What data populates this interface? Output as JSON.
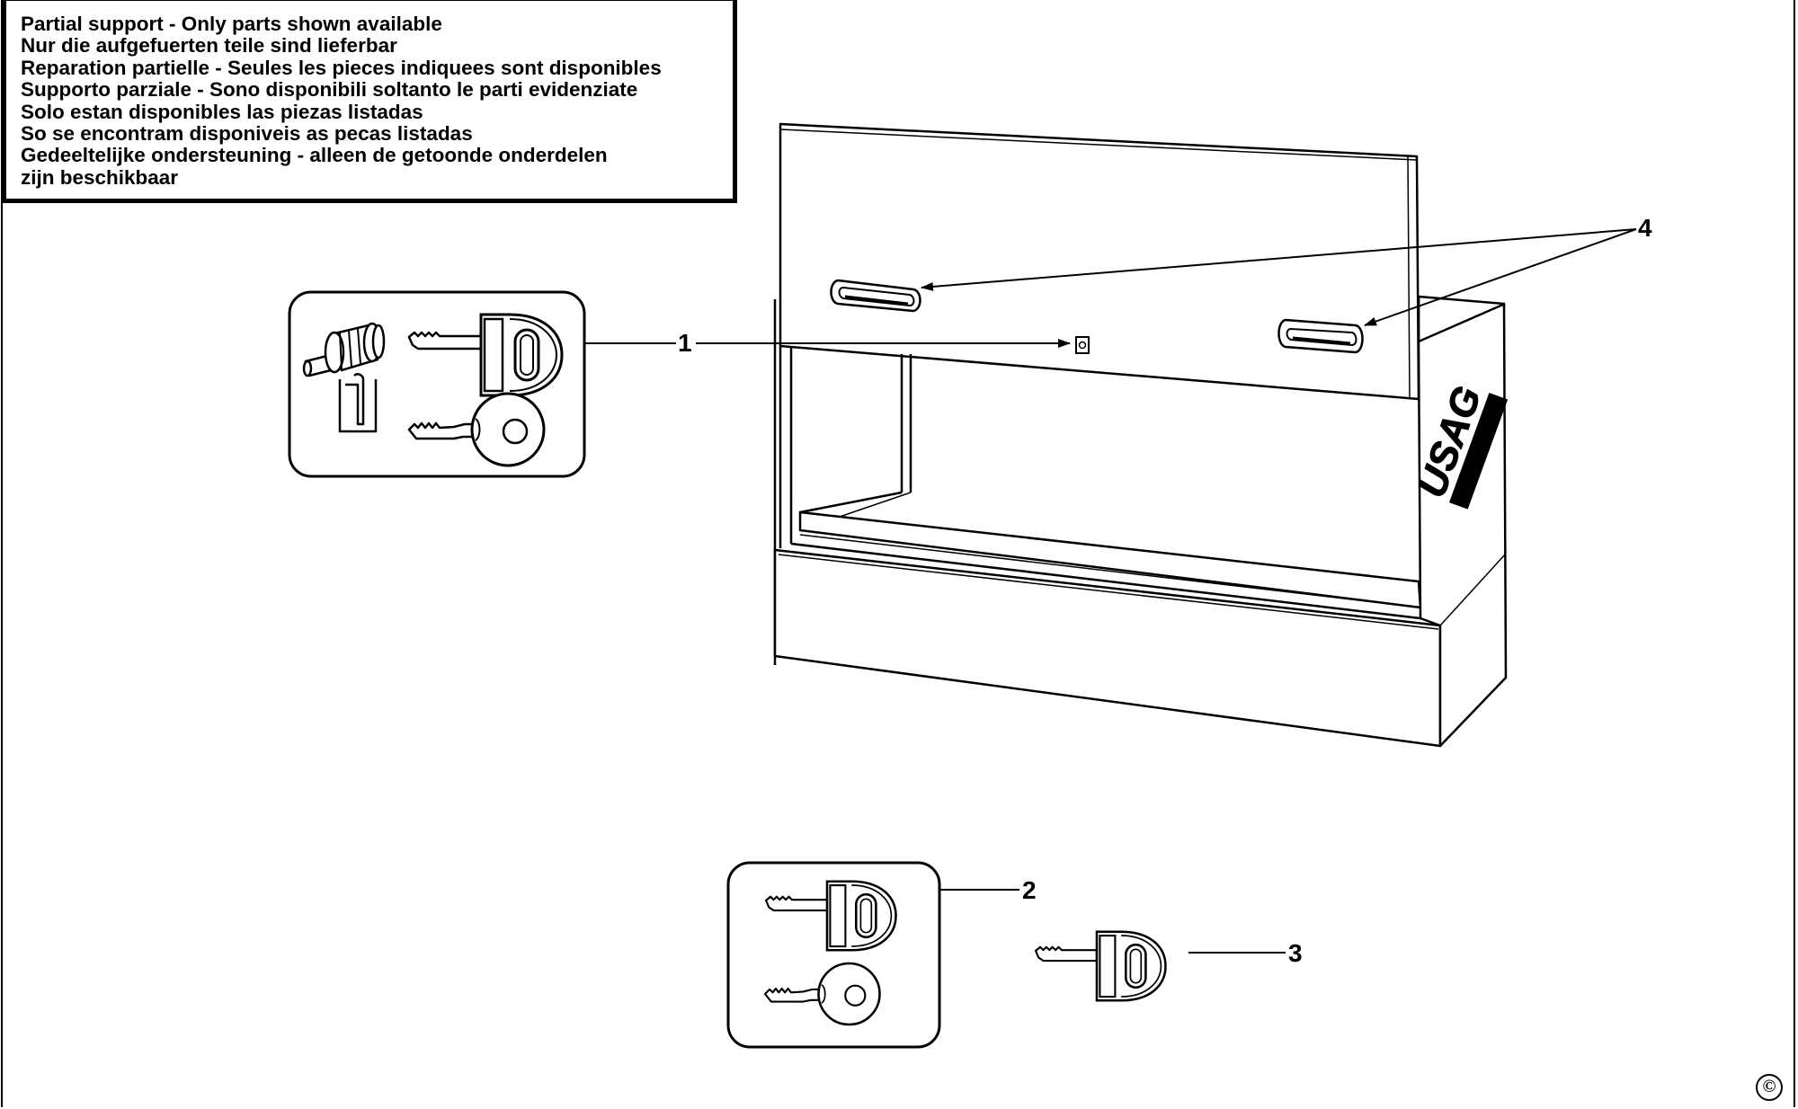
{
  "notice": {
    "lines": [
      "Partial support - Only parts shown available",
      "Nur die aufgefuerten teile sind lieferbar",
      "Reparation partielle - Seules les pieces indiquees sont disponibles",
      "Supporto parziale - Sono disponibili soltanto le parti evidenziate",
      "Solo estan disponibles las piezas listadas",
      "So se encontram disponiveis as pecas listadas",
      "Gedeeltelijke ondersteuning - alleen de getoonde onderdelen",
      "zijn beschikbaar"
    ]
  },
  "callouts": {
    "part_1": "1",
    "part_2": "2",
    "part_3": "3",
    "part_4": "4"
  },
  "brand_logo_text": "USAG",
  "copyright_symbol": "©",
  "icons": {
    "lock_cylinder": "lock-cylinder-icon",
    "key_flat": "key-flat-icon",
    "key_round": "key-round-icon",
    "retaining_clip": "retaining-clip-icon",
    "handle": "handle-icon",
    "chest_body": "tool-chest-drawing"
  },
  "colors": {
    "line": "#000000",
    "background": "#ffffff"
  }
}
